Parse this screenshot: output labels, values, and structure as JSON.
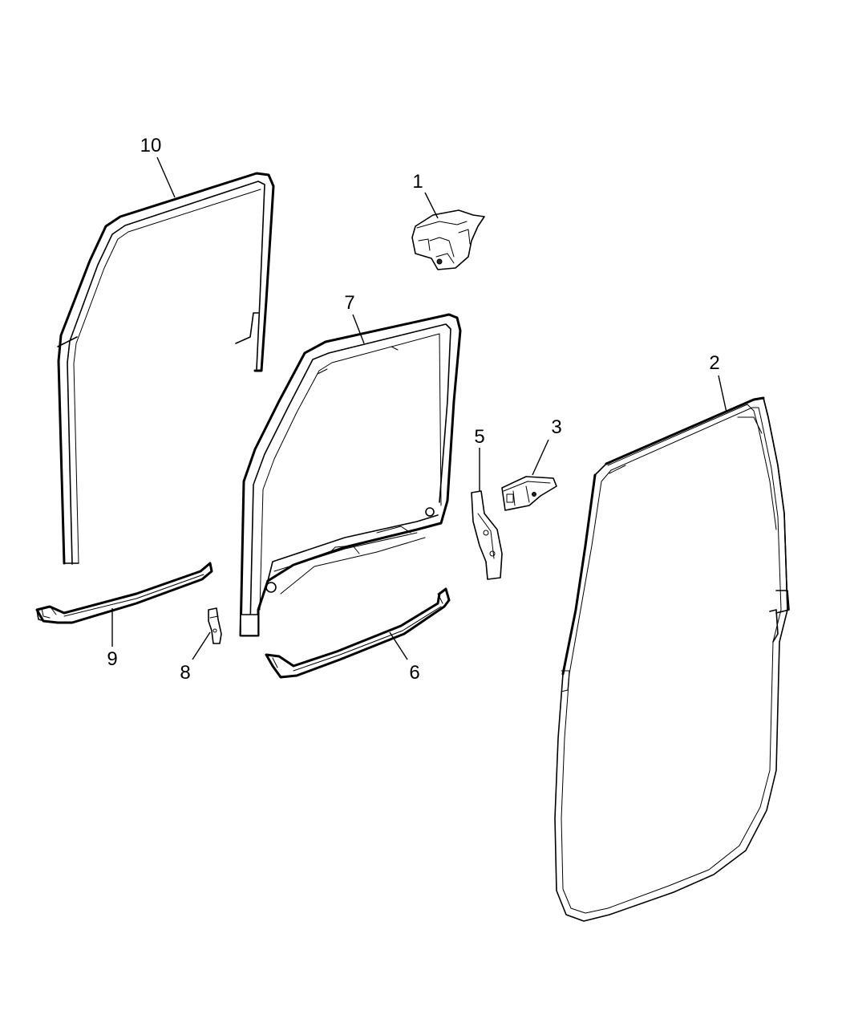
{
  "diagram": {
    "callouts": {
      "c1": "1",
      "c2": "2",
      "c3": "3",
      "c5": "5",
      "c6": "6",
      "c7": "7",
      "c8": "8",
      "c9": "9",
      "c10": "10"
    }
  }
}
